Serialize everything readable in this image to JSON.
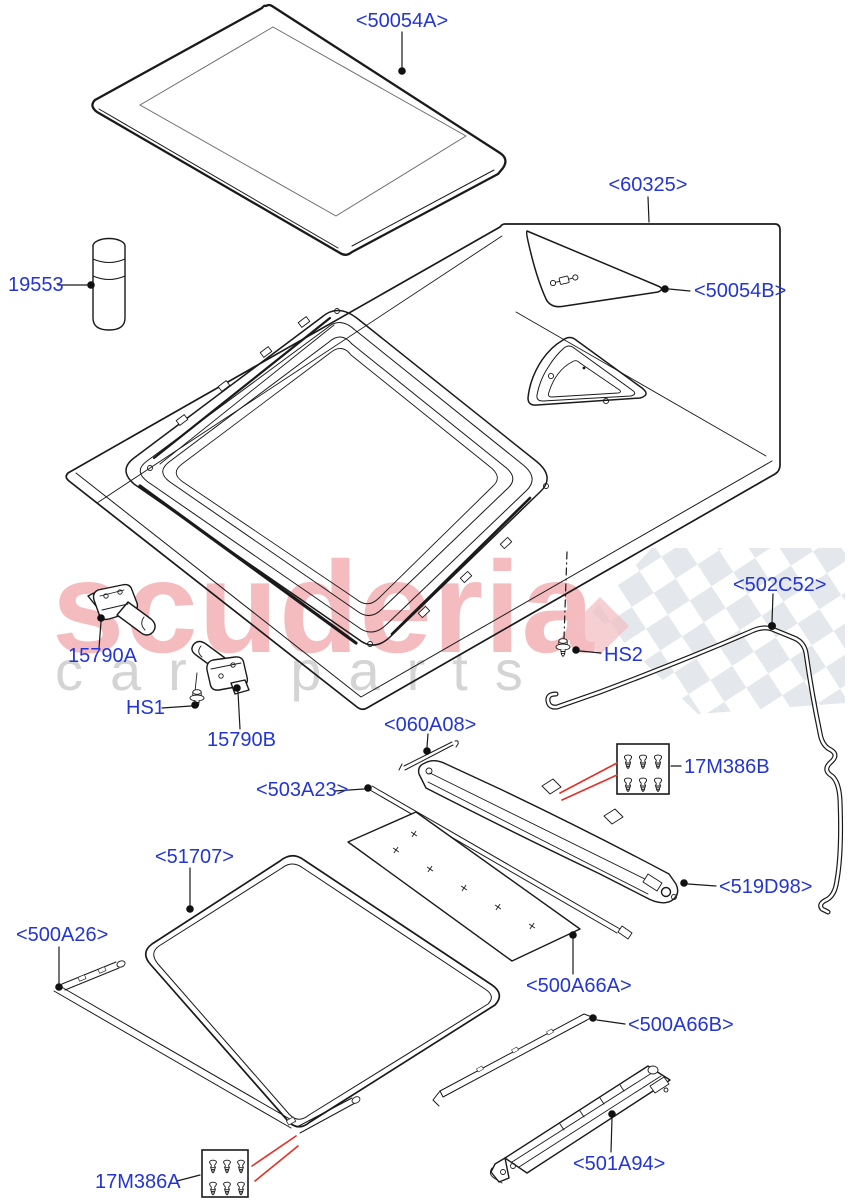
{
  "watermark": {
    "brand": "scuderia",
    "tagline": "car parts",
    "pink": "#f4bcbf",
    "gray": "#d4d4d4",
    "checker_gray": "#d9dde3"
  },
  "colors": {
    "label_blue": "#2335d2",
    "line_black": "#1a1a1a",
    "leader_red": "#e23126",
    "background": "#ffffff"
  },
  "labels": {
    "p50054A": "<50054A>",
    "p60325": "<60325>",
    "p19553": "19553",
    "p50054B": "<50054B>",
    "p15790A": "15790A",
    "hs1": "HS1",
    "p15790B": "15790B",
    "hs2": "HS2",
    "p502C52": "<502C52>",
    "p060A08": "<060A08>",
    "p17M386B": "17M386B",
    "p503A23": "<503A23>",
    "p519D98": "<519D98>",
    "p51707": "<51707>",
    "p500A26": "<500A26>",
    "p500A66A": "<500A66A>",
    "p500A66B": "<500A66B>",
    "p17M386A": "17M386A",
    "p501A94": "<501A94>"
  }
}
